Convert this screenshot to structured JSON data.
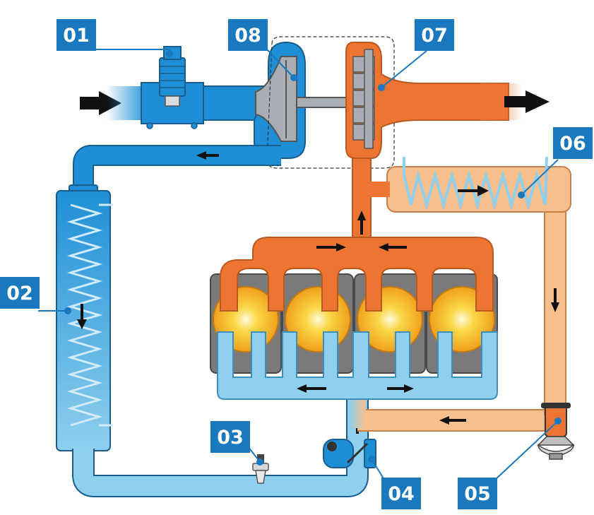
{
  "callouts": [
    {
      "label": "01"
    },
    {
      "label": "02"
    },
    {
      "label": "03"
    },
    {
      "label": "04"
    },
    {
      "label": "05"
    },
    {
      "label": "06"
    },
    {
      "label": "07"
    },
    {
      "label": "08"
    }
  ],
  "colors": {
    "intake_air": "#1e8fd6",
    "cooled_air": "#8fd0ee",
    "exhaust_gas": "#ee7432",
    "recirculated_exhaust": "#f7bf8e",
    "callout_box": "#1a78be",
    "outline": "#1a5c8c",
    "cylinder": "#fbd02a",
    "engine_block": "#7a7a7a"
  }
}
